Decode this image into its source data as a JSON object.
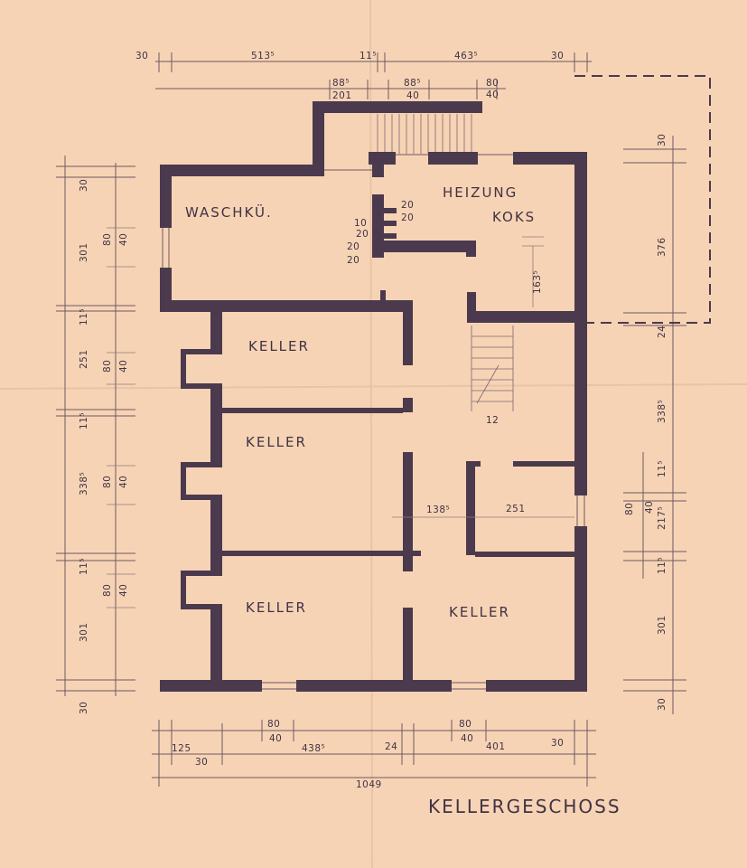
{
  "title": "KELLERGESCHOSS",
  "rooms": {
    "waschkueche": "WASCHKÜ.",
    "heizung": "HEIZUNG",
    "koks": "KOKS",
    "keller_1": "KELLER",
    "keller_2": "KELLER",
    "keller_3": "KELLER",
    "keller_4": "KELLER"
  },
  "dimensions": {
    "top": {
      "left_edge": "30",
      "left_span": "513⁵",
      "middle": "11⁵",
      "right_span": "463⁵",
      "right_edge": "30",
      "door_a_width": "88⁵",
      "door_a_height": "201",
      "door_b_width": "88⁵",
      "door_b_height": "40",
      "window_width": "80",
      "window_height": "40"
    },
    "left": {
      "d30_top": "30",
      "d301_top": "301",
      "d80_a": "80",
      "d40_a": "40",
      "d115_a": "11⁵",
      "d251": "251",
      "d80_b": "80",
      "d40_b": "40",
      "d115_b": "11⁵",
      "d3385": "338⁵",
      "d80_c": "80",
      "d40_c": "40",
      "d115_c": "11⁵",
      "d80_d": "80",
      "d40_d": "40",
      "d301_bottom": "301",
      "d30_bottom": "30"
    },
    "right": {
      "d30_top": "30",
      "d376": "376",
      "d24": "24",
      "d3385": "338⁵",
      "d115_a": "11⁵",
      "d80": "80",
      "d40": "40",
      "d2175": "217⁵",
      "d115_b": "11⁵",
      "d301": "301",
      "d30_bottom": "30"
    },
    "bottom": {
      "d125": "125",
      "d30": "30",
      "d80_a": "80",
      "d40_a": "40",
      "d4385": "438⁵",
      "d24": "24",
      "d80_b": "80",
      "d40_b": "40",
      "d401": "401",
      "d30_right": "30",
      "total": "1049"
    },
    "interior": {
      "stair_10": "10",
      "stair_20_a": "20",
      "stair_20_b": "20",
      "stair_20_c": "20",
      "heiz_20_a": "20",
      "heiz_20_b": "20",
      "d1635": "163⁵",
      "d12": "12",
      "d1385": "138⁵",
      "d251": "251"
    }
  }
}
